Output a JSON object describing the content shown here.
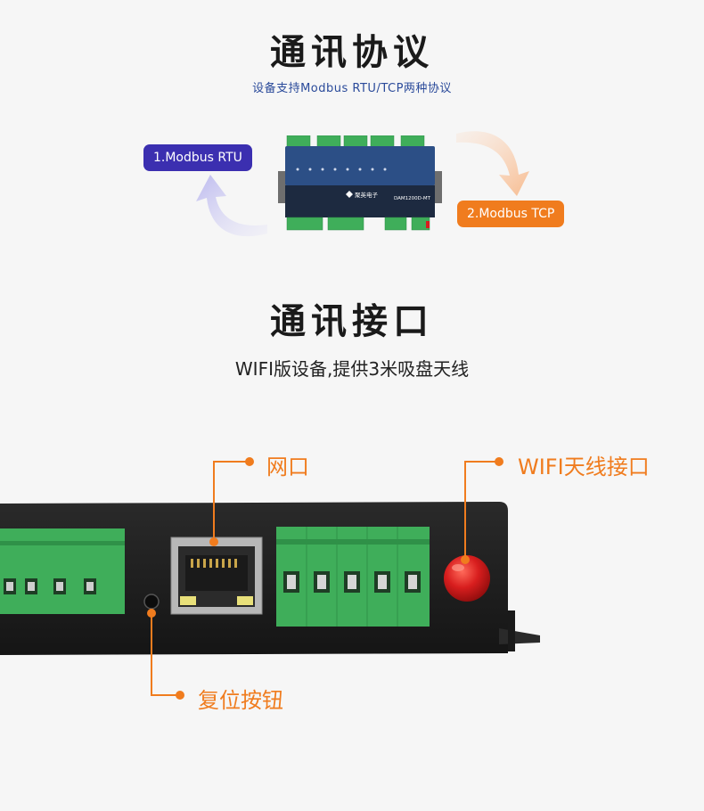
{
  "section_protocol": {
    "title": "通讯协议",
    "subtitle": "设备支持Modbus RTU/TCP两种协议",
    "tag_rtu": "1.Modbus RTU",
    "tag_tcp": "2.Modbus TCP",
    "device_brand": "聚英电子",
    "device_model": "DAM1200D-MT"
  },
  "section_interface": {
    "title": "通讯接口",
    "subtitle": "WIFI版设备,提供3米吸盘天线",
    "callout_network": "网口",
    "callout_wifi": "WIFI天线接口",
    "callout_reset": "复位按钮"
  },
  "colors": {
    "accent_orange": "#f07c1e",
    "accent_purple": "#3b2fb0",
    "subtitle_blue": "#2a4a9a",
    "terminal_green": "#3fae5a",
    "device_black": "#1e1e1e",
    "device_blue": "#2c4f86",
    "antenna_red": "#d81e1e"
  }
}
